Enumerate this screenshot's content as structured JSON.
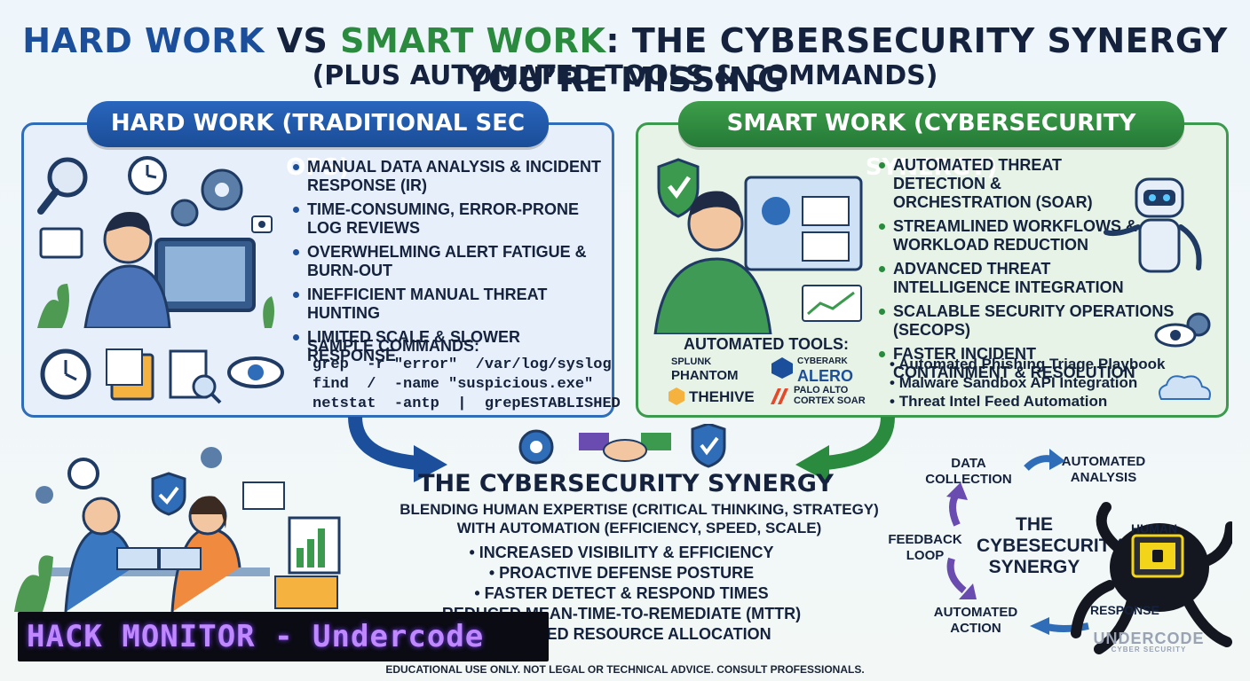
{
  "title": {
    "part1": "HARD WORK",
    "part2": " VS ",
    "part3": "SMART WORK",
    "part4": ": THE CYBERSECURITY SYNERGY YOU’RE MISSING"
  },
  "subtitle": "(PLUS AUTOMATED TOOLS & COMMANDS)",
  "hard": {
    "header": "HARD WORK (TRADITIONAL SEC OPS)",
    "bullets": [
      "MANUAL DATA ANALYSIS & INCIDENT RESPONSE (IR)",
      "TIME-CONSUMING, ERROR-PRONE LOG REVIEWS",
      "OVERWHELMING ALERT FATIGUE & BURN-OUT",
      "INEFFICIENT MANUAL THREAT HUNTING",
      "LIMITED SCALE & SLOWER RESPONSE"
    ],
    "commands_title": "SAMPLE COMMANDS:",
    "commands": [
      "grep  -r \"error\"  /var/log/syslog",
      "find  /  -name \"suspicious.exe\"",
      "netstat  -antp  |  grepESTABLISHED"
    ]
  },
  "smart": {
    "header": "SMART WORK (CYBERSECURITY SYNERGY)",
    "bullets": [
      "AUTOMATED THREAT DETECTION & ORCHESTRATION (SOAR)",
      "STREAMLINED WORKFLOWS & WORKLOAD REDUCTION",
      "ADVANCED THREAT INTELLIGENCE INTEGRATION",
      "SCALABLE SECURITY OPERATIONS (SecOps)",
      "FASTER INCIDENT CONTAINMENT & RESOLUTION"
    ],
    "tools_title": "AUTOMATED TOOLS:",
    "tools": [
      {
        "small": "SPLUNK",
        "big": "PHANTOM"
      },
      {
        "small": "CYBERARK",
        "big": "ALERO"
      },
      {
        "small": "",
        "big": "THEHIVE"
      },
      {
        "small": "PALO ALTO",
        "big": "CORTEX SOAR"
      }
    ],
    "extras": [
      "Automated Phishing Triage Playbook",
      "Malware Sandbox API Integration",
      "Threat Intel Feed Automation"
    ]
  },
  "synergy": {
    "title": "THE CYBERSECURITY SYNERGY",
    "sub1": "BLENDING HUMAN EXPERTISE (CRITICAL THINKING, STRATEGY)",
    "sub2": "WITH AUTOMATION (EFFICIENCY, SPEED, SCALE)",
    "bullets": [
      "• INCREASED VISIBILITY & EFFICIENCY",
      "• PROACTIVE DEFENSE  POSTURE",
      "• FASTER DETECT & RESPOND TIMES",
      "REDUCED MEAN-TIME-TO-REMEDIATE (MTTR)",
      "• OPTIMIZED RESOURCE ALLOCATION"
    ]
  },
  "cycle": {
    "data": "DATA COLLECTION",
    "analysis": "AUTOMATED ANALYSIS",
    "feedback": "FEEDBACK LOOP",
    "action": "AUTOMATED ACTION",
    "center": "THE CYBESECURITY SYNERGY",
    "human": "HUMAN",
    "response": "RESPONSE"
  },
  "watermark": {
    "name": "UNDERCODE",
    "tag": "CYBER SECURITY"
  },
  "banner": "HACK MONITOR - Undercode",
  "footer": "EDUCATIONAL USE ONLY. NOT LEGAL OR TECHNICAL ADVICE. CONSULT PROFESSIONALS.",
  "colors": {
    "hard_blue": "#1b4f9c",
    "smart_green": "#2a8a3d",
    "banner_purple": "#c088ff"
  }
}
